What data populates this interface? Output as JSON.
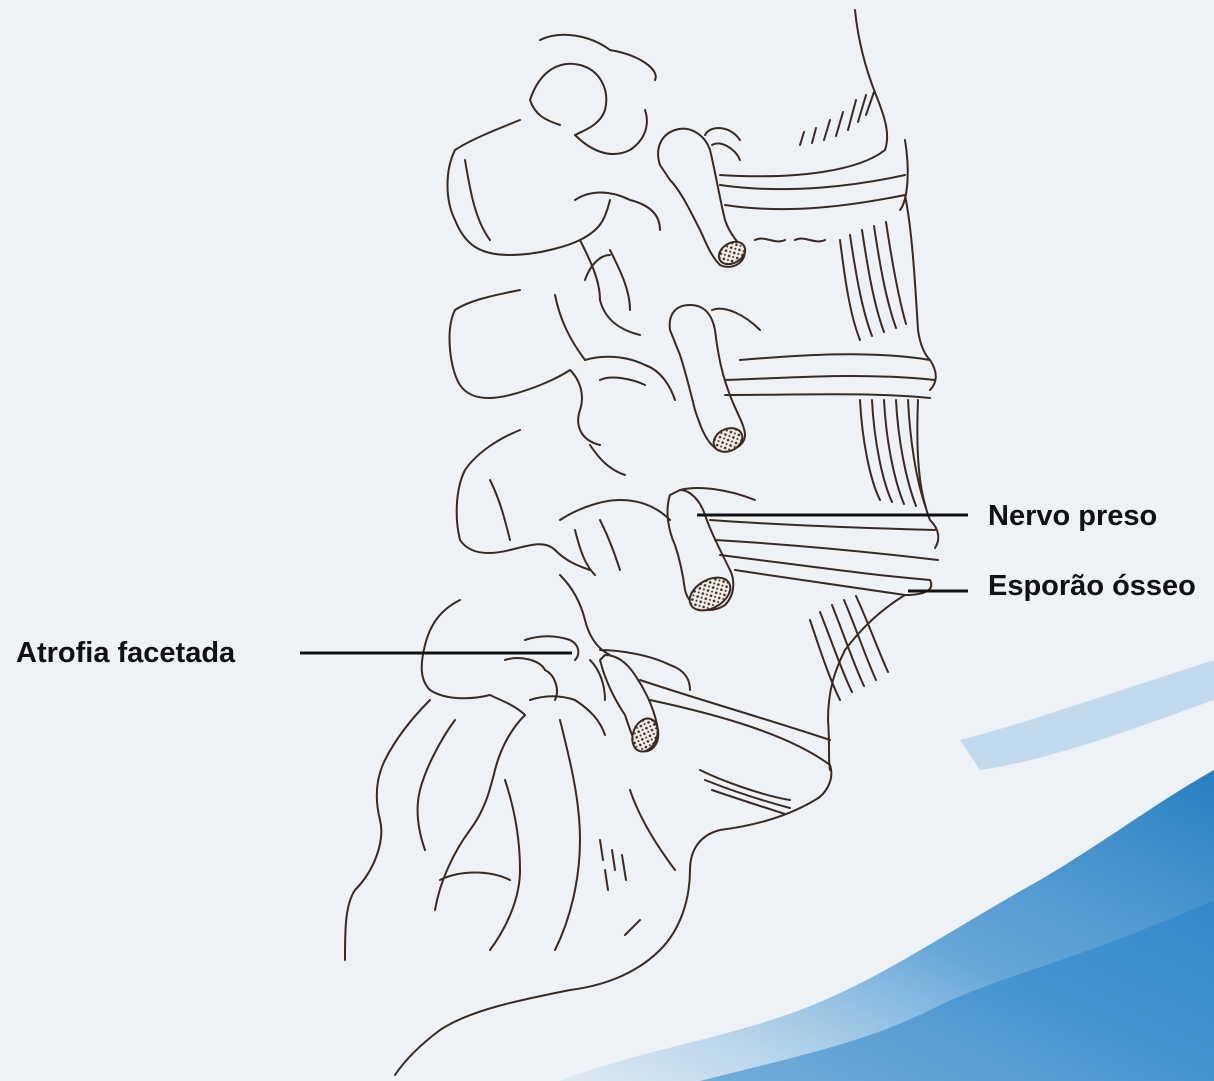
{
  "labels": {
    "nerve": "Nervo preso",
    "spur": "Esporão ósseo",
    "facet": "Atrofia facetada"
  },
  "colors": {
    "background": "#eef2f6",
    "line_art": "#3b2a22",
    "leader": "#111111",
    "watercolor": "#3a8fcf"
  }
}
